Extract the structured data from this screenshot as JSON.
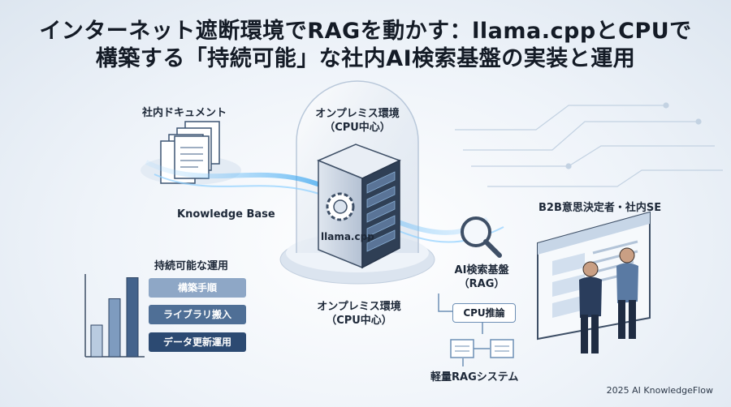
{
  "title": {
    "line1": "インターネット遮断環境でRAGを動かす：llama.cppとCPUで",
    "line2": "構築する「持続可能」な社内AI検索基盤の実装と運用"
  },
  "docs": {
    "label": "社内ドキュメント",
    "kb_label": "Knowledge Base"
  },
  "onprem_top": {
    "line1": "オンプレミス環境",
    "line2": "（CPU中心）"
  },
  "server": {
    "label": "llama.cpp"
  },
  "onprem_bottom": {
    "line1": "オンプレミス環境",
    "line2": "（CPU中心）"
  },
  "ops": {
    "title": "持続可能な運用",
    "steps": [
      "構築手順",
      "ライブラリ搬入",
      "データ更新運用"
    ],
    "bar_levels": [
      0.3,
      0.55,
      0.75
    ]
  },
  "rag": {
    "line1": "AI検索基盤",
    "line2": "（RAG）",
    "cpu_box": "CPU推論",
    "system_label": "軽量RAGシステム"
  },
  "users": {
    "label": "B2B意思決定者・社内SE"
  },
  "footer": "2025 AI KnowledgeFlow",
  "colors": {
    "pill1": "#8ea7c6",
    "pill2": "#4f6f96",
    "pill3": "#2c4a72",
    "flow": "#5bb7f0"
  }
}
